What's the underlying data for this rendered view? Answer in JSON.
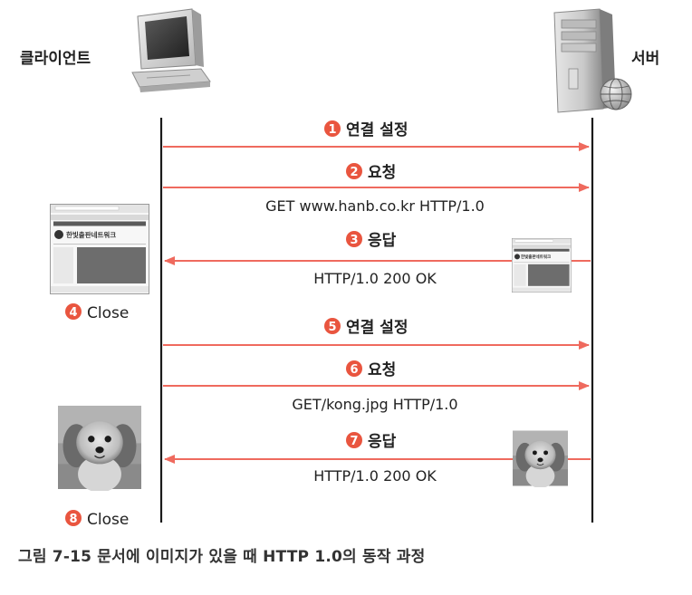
{
  "actors": {
    "client_label": "클라이언트",
    "server_label": "서버"
  },
  "colors": {
    "arrow": "#ef6a5e",
    "badge": "#e9553f",
    "lifeline": "#1a1a1a"
  },
  "messages": [
    {
      "num": "1",
      "title": "연결 설정",
      "detail": "",
      "dir": "right"
    },
    {
      "num": "2",
      "title": "요청",
      "detail": "GET www.hanb.co.kr HTTP/1.0",
      "dir": "right"
    },
    {
      "num": "3",
      "title": "응답",
      "detail": "HTTP/1.0 200 OK",
      "dir": "left"
    },
    {
      "num": "5",
      "title": "연결 설정",
      "detail": "",
      "dir": "right"
    },
    {
      "num": "6",
      "title": "요청",
      "detail": "GET/kong.jpg HTTP/1.0",
      "dir": "right"
    },
    {
      "num": "7",
      "title": "응답",
      "detail": "HTTP/1.0 200 OK",
      "dir": "left"
    }
  ],
  "close_events": [
    {
      "num": "4",
      "label": "Close"
    },
    {
      "num": "8",
      "label": "Close"
    }
  ],
  "thumbnails": {
    "webpage_title": "한빛출판네트워크"
  },
  "caption": "그림 7-15 문서에 이미지가 있을 때 HTTP 1.0의 동작 과정"
}
